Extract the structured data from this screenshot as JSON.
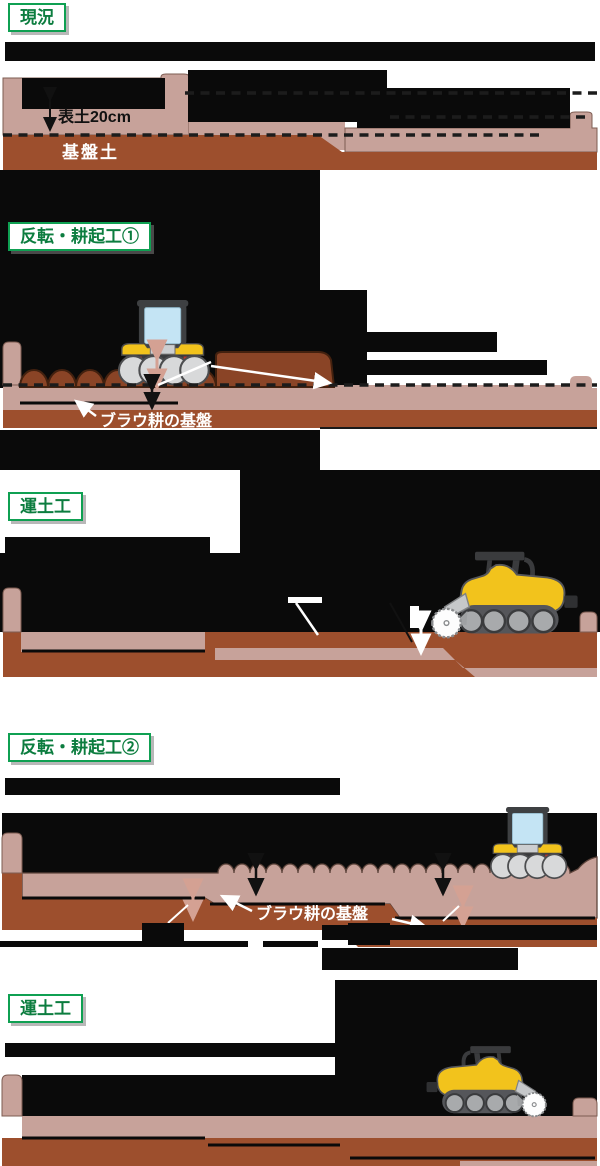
{
  "sections": [
    {
      "id": "genkyo",
      "label": "現況"
    },
    {
      "id": "hanten1",
      "label": "反転・耕起工①"
    },
    {
      "id": "undo1",
      "label": "運土工"
    },
    {
      "id": "hanten2",
      "label": "反転・耕起工②"
    },
    {
      "id": "undo2",
      "label": "運土工"
    }
  ],
  "diagram_labels": {
    "topsoil": "表土20cm",
    "base_soil": "基盤土",
    "plow_base_1": "ブラウ耕の基盤",
    "plow_base_2": "ブラウ耕の基盤"
  },
  "colors": {
    "accent_green": "#0fa052",
    "topsoil_pink": "#c7a29a",
    "base_brown": "#9d4f2d",
    "mound_brown": "#8a4426",
    "machine_yellow": "#f2c31c",
    "window_blue": "#c4e4f4",
    "redaction_black": "#0a0a0a"
  },
  "icons": {
    "machine_front": "bulldozer-front-with-rotary-plow",
    "machine_side": "crawler-tractor-with-rotary-disc"
  }
}
